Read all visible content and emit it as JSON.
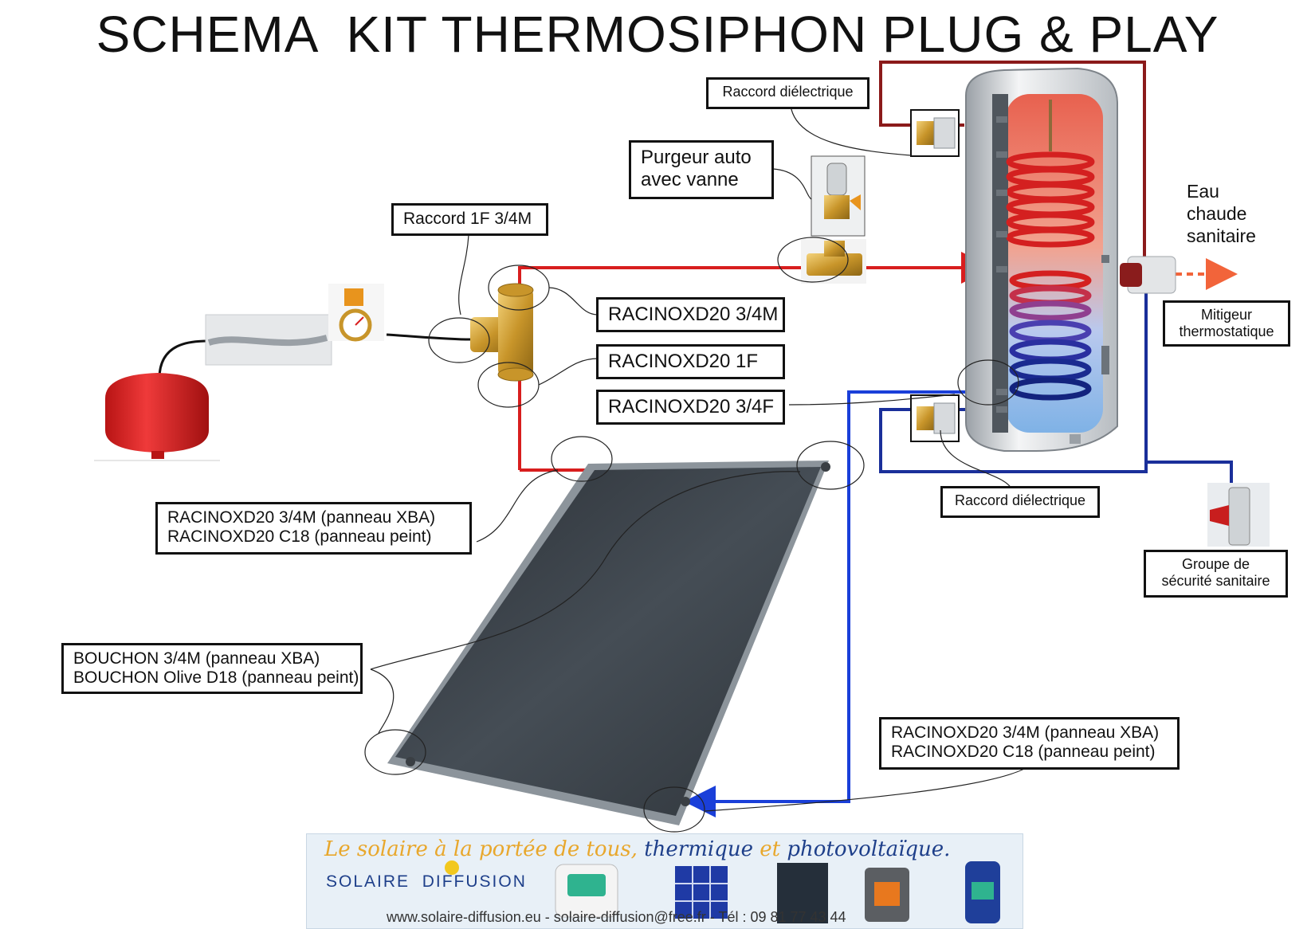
{
  "title": "SCHEMA  KIT THERMOSIPHON PLUG & PLAY",
  "labels": {
    "raccord_dielectrique_top": "Raccord diélectrique",
    "purgeur": "Purgeur auto\navec vanne",
    "raccord_1f": "Raccord 1F 3/4M",
    "racinox_34m": "RACINOXD20 3/4M",
    "racinox_1f": "RACINOXD20 1F",
    "racinox_34f": "RACINOXD20 3/4F",
    "eau_chaude": "Eau\nchaude\nsanitaire",
    "mitigeur": "Mitigeur\nthermostatique",
    "raccord_dielectrique_bottom": "Raccord diélectrique",
    "groupe_securite": "Groupe de\nsécurité sanitaire",
    "racinox_panel_top": "RACINOXD20 3/4M (panneau XBA)\nRACINOXD20 C18 (panneau peint)",
    "bouchon": "BOUCHON 3/4M (panneau XBA)\nBOUCHON Olive D18 (panneau peint)",
    "racinox_panel_bottom": "RACINOXD20 3/4M (panneau XBA)\nRACINOXD20 C18 (panneau peint)"
  },
  "banner": {
    "slogan_part1": "Le solaire à la portée de tous,",
    "slogan_part2": " thermique ",
    "slogan_part3": "et",
    "slogan_part4": " photovoltaïque.",
    "brand": "SOLAIRE  DIFFUSION",
    "contact": "www.solaire-diffusion.eu - solaire-diffusion@free.fr - Tél : 09 81 77 43 44"
  },
  "colors": {
    "hot_pipe": "#d81e1e",
    "dark_red_pipe": "#8b1a1a",
    "cold_pipe": "#1a2f9a",
    "return_pipe": "#1a3fd9",
    "panel": "#3a4148",
    "tank_hot": "#e8614f",
    "tank_cold": "#8bb6e8"
  }
}
